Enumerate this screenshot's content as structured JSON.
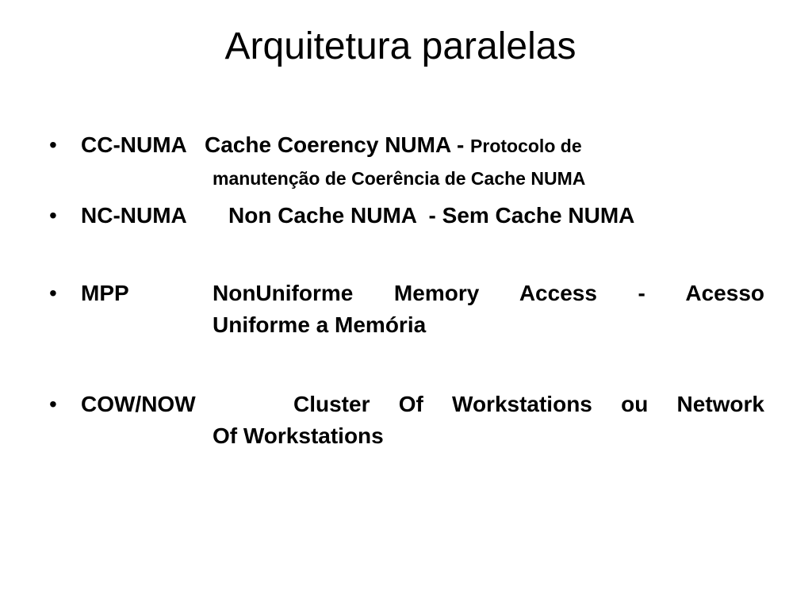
{
  "slide": {
    "title": "Arquitetura paralelas",
    "bullet_glyph": "•",
    "items": [
      {
        "term": "CC-NUMA",
        "description": "Cache Coerency NUMA - ",
        "description_small": "Protocolo de",
        "continuation": "manutenção de Coerência de Cache NUMA"
      },
      {
        "term": "NC-NUMA",
        "description": "Non Cache NUMA  - Sem Cache NUMA"
      },
      {
        "term": "MPP",
        "description": "NonUniforme Memory Access  - Acesso",
        "continuation": "Uniforme a Memória"
      },
      {
        "term": "COW/NOW",
        "description": "Cluster Of Workstations ou Network",
        "continuation": "Of Workstations"
      }
    ]
  }
}
